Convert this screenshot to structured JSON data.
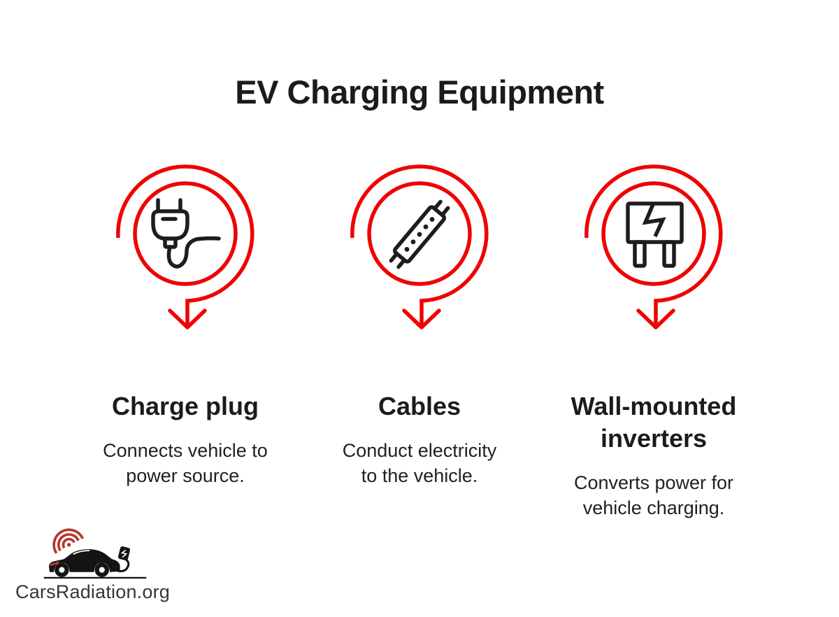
{
  "title": "EV Charging Equipment",
  "items": [
    {
      "label": "Charge plug",
      "description": "Connects vehicle to\npower source.",
      "icon": "charge-plug-icon"
    },
    {
      "label": "Cables",
      "description": "Conduct electricity\nto the vehicle.",
      "icon": "charging-cable-icon"
    },
    {
      "label": "Wall-mounted\ninverters",
      "description": "Converts power for\nvehicle charging.",
      "icon": "wall-inverter-icon"
    }
  ],
  "footer": {
    "brand": "CarsRadiation.org",
    "logo": "car-radiation-logo"
  },
  "colors": {
    "accent_red": "#ee0404",
    "ink_black": "#1c1c1e",
    "logo_red": "#b53a2c",
    "logo_text": "#33363a"
  }
}
